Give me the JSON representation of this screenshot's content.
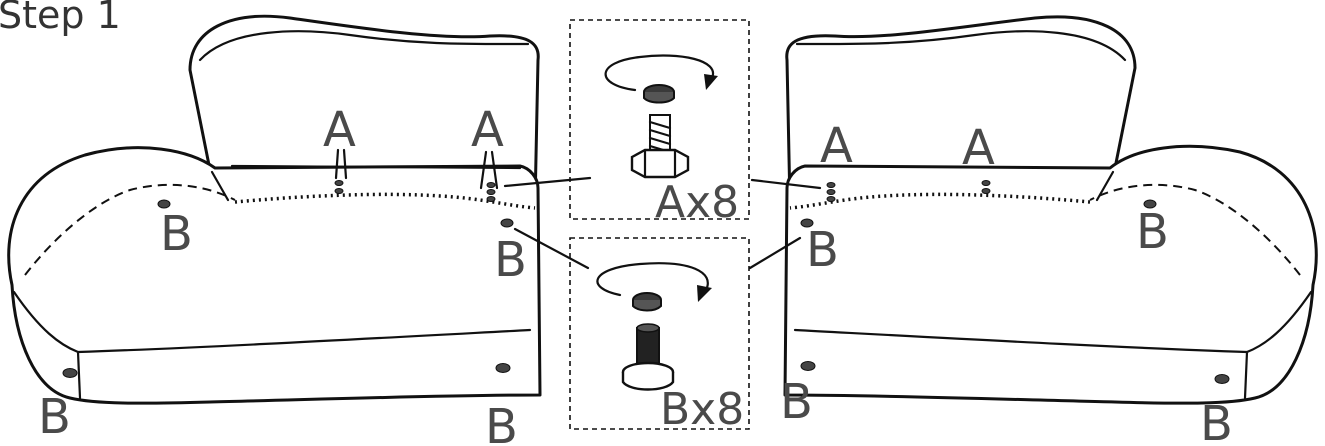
{
  "title": "Step 1",
  "labels": {
    "a": "A",
    "b": "B",
    "a_qty": "Ax8",
    "b_qty": "Bx8"
  },
  "colors": {
    "outline": "#111111",
    "label": "#4a4a4a",
    "background": "#ffffff"
  }
}
